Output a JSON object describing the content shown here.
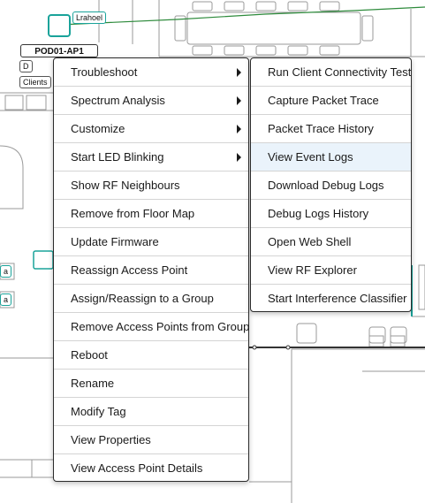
{
  "map": {
    "ap_badge": "POD01-AP1",
    "chips": [
      "Lrahoel",
      "D",
      "Clients",
      "a",
      "a"
    ]
  },
  "context_menu": {
    "items": [
      {
        "label": "Troubleshoot",
        "submenu": true
      },
      {
        "label": "Spectrum Analysis",
        "submenu": true
      },
      {
        "label": "Customize",
        "submenu": true
      },
      {
        "label": "Start LED Blinking",
        "submenu": true
      },
      {
        "label": "Show RF Neighbours",
        "submenu": false
      },
      {
        "label": "Remove from Floor Map",
        "submenu": false
      },
      {
        "label": "Update Firmware",
        "submenu": false
      },
      {
        "label": "Reassign Access Point",
        "submenu": false
      },
      {
        "label": "Assign/Reassign to a Group",
        "submenu": false
      },
      {
        "label": "Remove Access Points from Group",
        "submenu": false
      },
      {
        "label": "Reboot",
        "submenu": false
      },
      {
        "label": "Rename",
        "submenu": false
      },
      {
        "label": "Modify Tag",
        "submenu": false
      },
      {
        "label": "View Properties",
        "submenu": false
      },
      {
        "label": "View Access Point Details",
        "submenu": false
      }
    ]
  },
  "troubleshoot_submenu": {
    "items": [
      {
        "label": "Run Client Connectivity Test"
      },
      {
        "label": "Capture Packet Trace"
      },
      {
        "label": "Packet Trace History"
      },
      {
        "label": "View Event Logs",
        "highlighted": true
      },
      {
        "label": "Download Debug Logs"
      },
      {
        "label": "Debug Logs History"
      },
      {
        "label": "Open Web Shell"
      },
      {
        "label": "View RF Explorer"
      },
      {
        "label": "Start Interference Classifier"
      }
    ]
  },
  "colors": {
    "accent_teal": "#1aa39a",
    "link_green": "#2e8b3c",
    "highlight": "#eaf3fb"
  }
}
